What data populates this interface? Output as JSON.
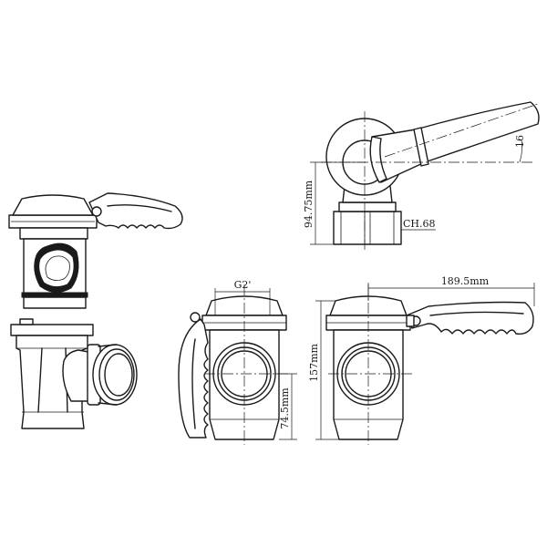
{
  "dimensions": {
    "height_upper": "94.75mm",
    "nut_size": "CH.68",
    "angle": "16",
    "thread": "G2'",
    "total_height": "157mm",
    "outlet_height": "74.5mm",
    "handle_length": "189.5mm"
  },
  "views": [
    "exploded-view",
    "top-view",
    "side-view",
    "front-view"
  ]
}
